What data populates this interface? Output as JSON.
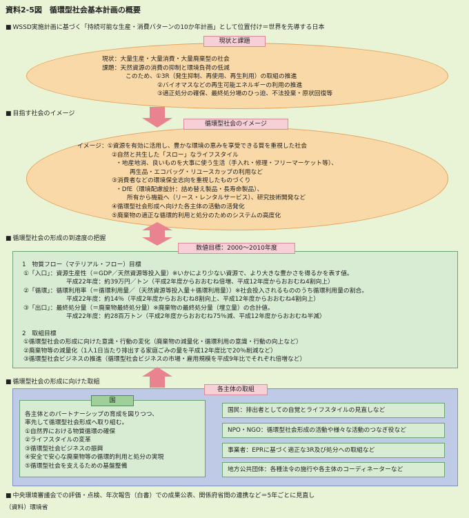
{
  "title": "資料2-5図　循環型社会基本計画の概要",
  "header_note": "WSSD実施計画に基づく「持続可能な生産・消費パターンの10か年計画」として位置付け＝世界を先導する日本",
  "current": {
    "label": "現状と課題",
    "lines": [
      "現状：大量生産・大量消費・大量廃棄型の社会",
      "課題：天然資源の消費の抑制と環境負荷の低減",
      "このため、①3R（発生抑制、再使用、再生利用）の取組の推進",
      "②バイオマスなどの再生可能エネルギーの利用の推進",
      "③適正処分の確保、最終処分場のひっ迫、不法投棄・原状回復等"
    ]
  },
  "section_image": "目指す社会のイメージ",
  "image": {
    "label": "循環型社会のイメージ",
    "lines": [
      "イメージ：①資源を有効に活用し、豊かな環境の恵みを享受できる質を重視した社会",
      "②自然と共生した「スロー」なライフスタイル",
      "・地産地消、良いものを大事に使う生活（手入れ・修理・フリーマーケット等）、",
      "再生品・エコバッグ・リユースカップの利用など",
      "③消費者などの環境保全志向を重視したものづくり",
      "・DfE（環境配慮設計：詰め替え製品・長寿命製品）、",
      "所有から機能へ（リース・レンタルサービス）、研究技術開発など",
      "④循環型社会形成へ向けた各主体の活動の活発化",
      "⑤廃棄物の適正な循環的利用と処分のためのシステムの高度化"
    ]
  },
  "section_targets": "循環型社会の形成の到達度の把握",
  "targets": {
    "label": "数値目標：2000～2010年度",
    "lines": [
      "1　物質フロー（マテリアル・フロー）目標",
      "①「入口」：資源生産性（＝GDP／天然資源等投入量）※いかにより少ない資源で、より大きな豊かさを得るかを表す値。",
      "平成22年度：約39万円／トン（平成2年度からおおむね倍増、平成12年度からおおむね4割向上）",
      "②「循環」：循環利用率（＝循環利用量／（天然資源等投入量＋循環利用量））※社会投入されるもののうち循環利用量の割合。",
      "平成22年度：約14％（平成2年度からおおむね8割向上、平成12年度からおおむね4割向上）",
      "③「出口」：最終処分量（＝廃棄物最終処分量）※廃棄物の最終処分量（埋立量）の合計値。",
      "平成22年度：約28百万トン（平成2年度からおおむね75％減、平成12年度からおおむね半減）",
      "2　取組目標",
      "①循環型社会の形成に向けた意識・行動の変化（廃棄物の減量化・循環利用の意識・行動の向上など）",
      "②廃棄物等の減量化（1人1日当たり排出する家庭ごみの量を平成12年度比で20％削減など）",
      "③循環型社会ビジネスの推進（循環型社会ビジネスの市場・雇用規模を平成9年比でそれぞれ倍増など）"
    ]
  },
  "section_actions": "循環型社会の形成に向けた取組",
  "actions": {
    "label": "各主体の取組",
    "gov_label": "国",
    "gov_lines": [
      "各主体とのパートナーシップの育成を図りつつ、",
      "率先して循環型社会形成へ取り組む。",
      "①自然界における物質循環の確保",
      "②ライフスタイルの変革",
      "③循環型社会ビジネスの振興",
      "④安全で安心な廃棄物等の循環的利用と処分の実現",
      "⑤循環型社会を支えるための基盤整備"
    ],
    "actors": [
      "国民：排出者としての自覚とライフスタイルの見直しなど",
      "NPO・NGO：循環型社会形成の活動や様々な活動のつなぎ役など",
      "事業者：EPRに基づく適正な3R及び処分への取組など",
      "地方公共団体：各種法令の施行や各主体のコーディネーターなど"
    ]
  },
  "footer_note": "中央環境審議会での評価・点検、年次報告（白書）での成果公表、関係府省間の連携など＝5年ごとに見直し",
  "source": "（資料）環境省"
}
